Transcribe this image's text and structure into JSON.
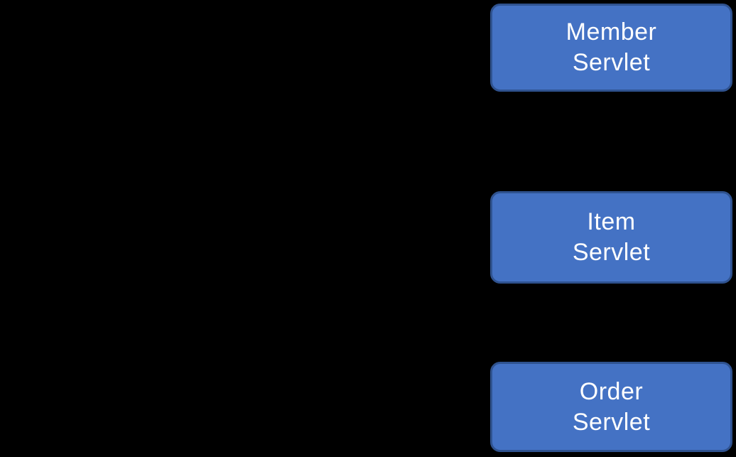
{
  "diagram": {
    "type": "flow-diagram-fragment",
    "background_color": "#000000",
    "node_style": {
      "fill_color": "#4472C4",
      "border_color": "#2F528F",
      "text_color": "#FFFFFF"
    },
    "nodes": [
      {
        "id": "member-servlet",
        "label": "Member\nServlet"
      },
      {
        "id": "item-servlet",
        "label": "Item\nServlet"
      },
      {
        "id": "order-servlet",
        "label": "Order\nServlet"
      }
    ]
  }
}
